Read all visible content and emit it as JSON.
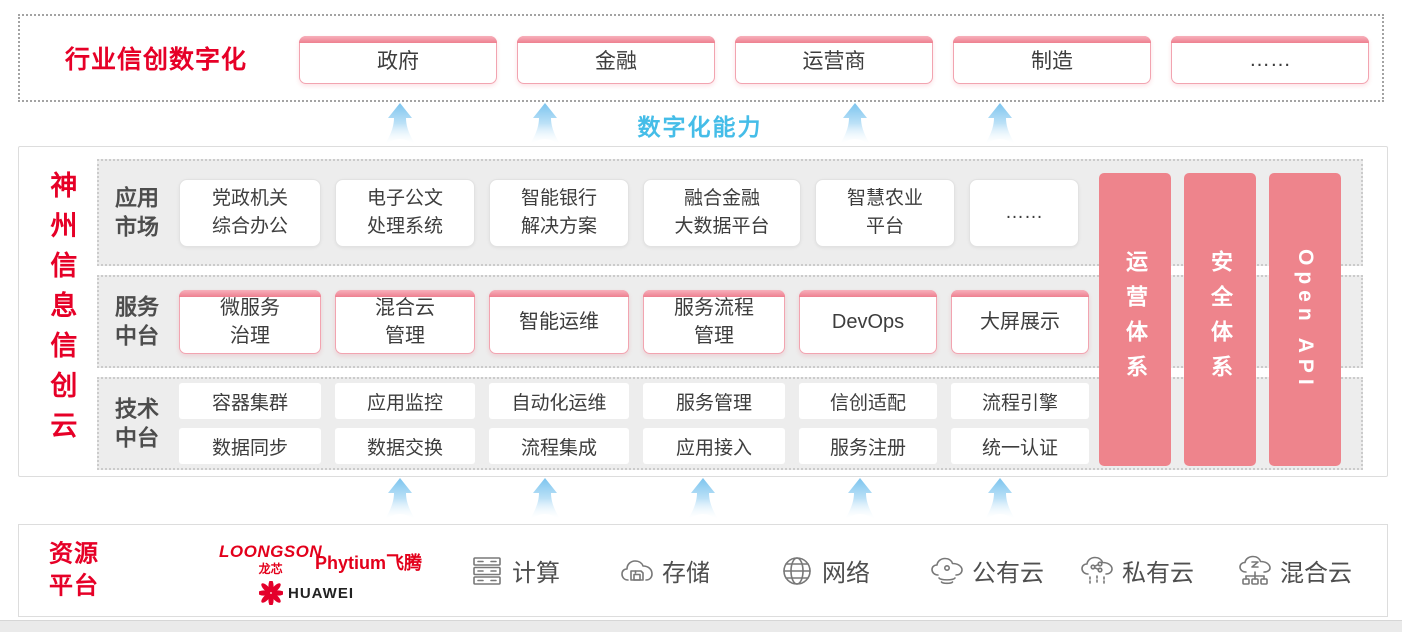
{
  "colors": {
    "accent_red": "#e60027",
    "pillar_pink": "#ee848c",
    "capability_blue": "#45bde8"
  },
  "top_band": {
    "title": "行业信创数字化",
    "industries": [
      "政府",
      "金融",
      "运营商",
      "制造",
      "……"
    ]
  },
  "capability_label": "数字化能力",
  "platform": {
    "vertical_title": "神州信息信创云",
    "rows": [
      {
        "label": "应用\n市场",
        "items": [
          "党政机关\n综合办公",
          "电子公文\n处理系统",
          "智能银行\n解决方案",
          "融合金融\n大数据平台",
          "智慧农业\n平台",
          "……"
        ]
      },
      {
        "label": "服务\n中台",
        "items": [
          "微服务\n治理",
          "混合云\n管理",
          "智能运维",
          "服务流程\n管理",
          "DevOps",
          "大屏展示"
        ]
      },
      {
        "label": "技术\n中台",
        "items_top": [
          "容器集群",
          "应用监控",
          "自动化运维",
          "服务管理",
          "信创适配",
          "流程引擎"
        ],
        "items_bottom": [
          "数据同步",
          "数据交换",
          "流程集成",
          "应用接入",
          "服务注册",
          "统一认证"
        ]
      }
    ],
    "pillars": [
      "运营体系",
      "安全体系",
      "Open API"
    ]
  },
  "resources": {
    "title": "资源\n平台",
    "vendors": {
      "loongson": "LOONGSON",
      "loongson_cn": "龙芯",
      "phytium": "Phytium飞腾",
      "huawei": "HUAWEI"
    },
    "items": [
      {
        "icon": "server-icon",
        "label": "计算"
      },
      {
        "icon": "storage-icon",
        "label": "存储"
      },
      {
        "icon": "network-icon",
        "label": "网络"
      },
      {
        "icon": "public-cloud-icon",
        "label": "公有云"
      },
      {
        "icon": "private-cloud-icon",
        "label": "私有云"
      },
      {
        "icon": "hybrid-cloud-icon",
        "label": "混合云"
      }
    ]
  }
}
